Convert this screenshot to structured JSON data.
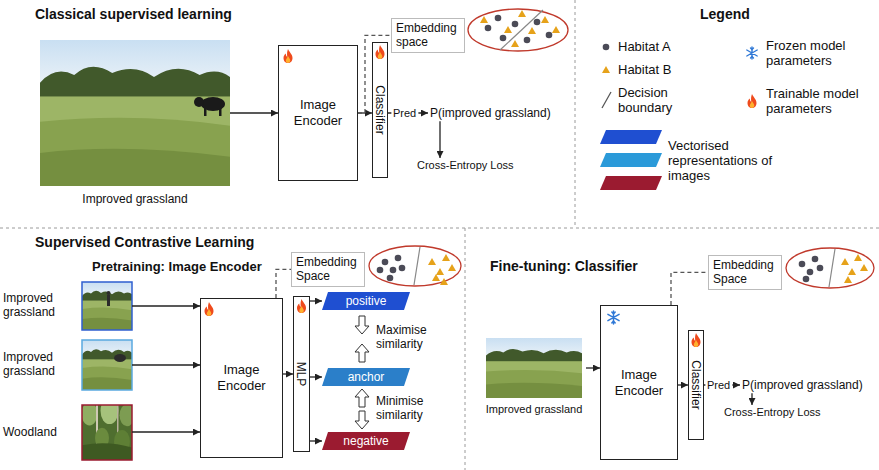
{
  "diagram": {
    "nodes": [
      {
        "text": [
          "Improved grassland"
        ]
      },
      {
        "text": [
          "Image Encoder"
        ]
      },
      {
        "text": [
          "Classifier"
        ]
      },
      {
        "text": [
          "Embedding space"
        ]
      },
      {
        "text": [
          "P(improved grassland)"
        ]
      },
      {
        "text": [
          "Cross-Entropy Loss"
        ]
      },
      {
        "text": [
          "Improved grassland"
        ]
      },
      {
        "text": [
          "Improved grassland"
        ]
      },
      {
        "text": [
          "Woodland"
        ]
      },
      {
        "text": [
          "Image Encoder"
        ]
      },
      {
        "text": [
          "MLP"
        ]
      },
      {
        "text": [
          "Embedding Space"
        ]
      },
      {
        "text": [
          "positive"
        ]
      },
      {
        "text": [
          "anchor"
        ]
      },
      {
        "text": [
          "negative"
        ]
      },
      {
        "text": [
          "Improved grassland"
        ]
      },
      {
        "text": [
          "Image Encoder"
        ]
      },
      {
        "text": [
          "Classifier"
        ]
      },
      {
        "text": [
          "Embedding Space"
        ]
      },
      {
        "text": [
          "P(improved grassland)"
        ]
      },
      {
        "text": [
          "Cross-Entropy Loss"
        ]
      }
    ],
    "edges": [
      {
        "from": 0,
        "to": 1,
        "arrow": "to"
      },
      {
        "from": 1,
        "to": 2,
        "arrow": "to"
      },
      {
        "from": 1,
        "to": 3,
        "arrow": "none"
      },
      {
        "from": 2,
        "to": 4,
        "label": "Pred",
        "arrow": "to"
      },
      {
        "from": 4,
        "to": 5,
        "arrow": "to"
      },
      {
        "from": 6,
        "to": 9,
        "arrow": "to"
      },
      {
        "from": 7,
        "to": 9,
        "arrow": "to"
      },
      {
        "from": 8,
        "to": 9,
        "arrow": "to"
      },
      {
        "from": 9,
        "to": 10,
        "arrow": "to"
      },
      {
        "from": 9,
        "to": 11,
        "arrow": "none"
      },
      {
        "from": 10,
        "to": 12,
        "arrow": "to"
      },
      {
        "from": 10,
        "to": 13,
        "arrow": "to"
      },
      {
        "from": 10,
        "to": 14,
        "arrow": "to"
      },
      {
        "from": 15,
        "to": 16,
        "arrow": "to"
      },
      {
        "from": 16,
        "to": 17,
        "arrow": "to"
      },
      {
        "from": 16,
        "to": 18,
        "arrow": "none"
      },
      {
        "from": 17,
        "to": 19,
        "label": "Pred",
        "arrow": "to"
      },
      {
        "from": 19,
        "to": 20,
        "arrow": "to"
      }
    ],
    "labels": [
      "Classical supervised learning",
      "Legend",
      "Supervised Contrastive Learning",
      "Pretraining: Image Encoder",
      "Maximise similarity",
      "Minimise similarity",
      "Fine-tuning: Classifier"
    ],
    "legend": [
      {
        "text": "Habitat A"
      },
      {
        "text": "Frozen model parameters"
      },
      {
        "text": "Habitat B"
      },
      {
        "text": "Trainable model parameters"
      },
      {
        "text": "Decision boundary"
      },
      {
        "text": "Vectorised representations of images"
      }
    ]
  }
}
